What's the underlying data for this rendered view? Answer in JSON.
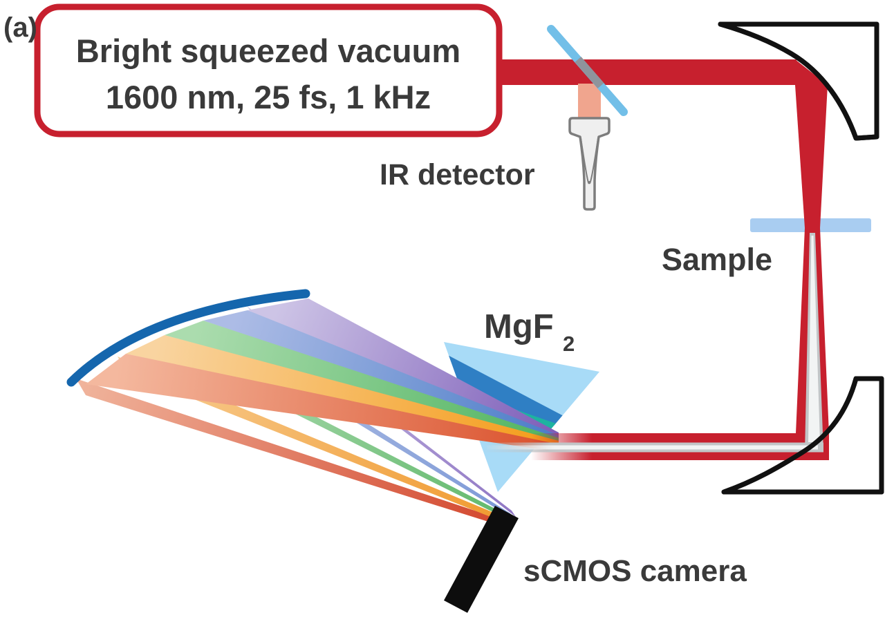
{
  "figure": {
    "panel_label": "(a)",
    "source_box": {
      "line1": "Bright squeezed vacuum",
      "line2": "1600 nm, 25 fs, 1 kHz"
    },
    "components": {
      "ir_detector": "IR detector",
      "sample": "Sample",
      "prism_formula_base": "MgF",
      "prism_formula_subscript": "2",
      "camera": "sCMOS camera"
    }
  },
  "palette": {
    "text": "#3a3a3a",
    "beam_red": "#c7202e",
    "beam_salmon": "#f0a58e",
    "beam_core_gray": "#c2c5c7",
    "beam_core_white": "#f2f4f4",
    "box_border": "#c7202e",
    "box_fill": "#ffffff",
    "splitter_blue": "#72bfe8",
    "splitter_gray": "#8f949c",
    "detector_fill": "#efefef",
    "detector_stroke": "#7d7d7d",
    "sample_glass": "#a9cdf1",
    "mirror_stroke": "#111111",
    "mirror_fill": "#ffffff",
    "focus_mirror_blue": "#1566ad",
    "prism_blue": "#a8dbf7",
    "dispersion_deep_blue": "#2f7fc4",
    "dispersion_teal": "#1db3a0",
    "camera_black": "#0d0d0d",
    "fan_purple": "#7c5cb8",
    "fan_blue": "#4a7cc7",
    "fan_green": "#4fb35f",
    "fan_orange": "#f49b17",
    "fan_red": "#da4f2a"
  }
}
